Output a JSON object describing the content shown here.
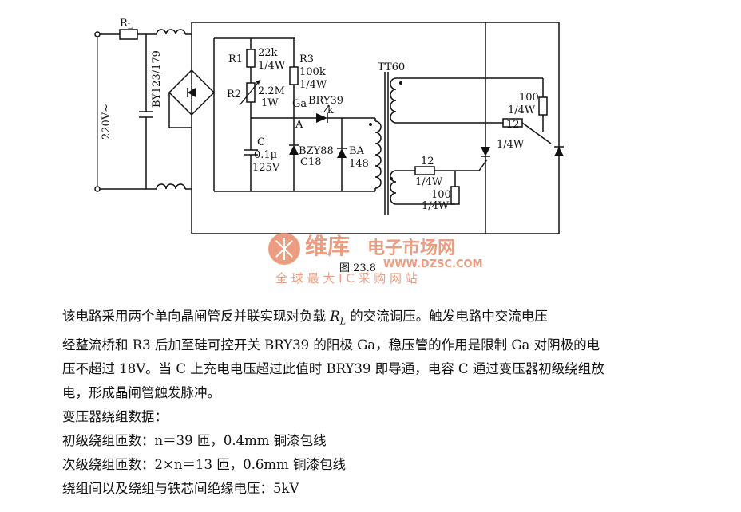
{
  "figure": {
    "caption": "图 23.8",
    "labels": {
      "rl": "R",
      "rl_sub": "L",
      "by": "BY123/179",
      "v220": "220V~",
      "r1": "R1",
      "r1_val": "22k",
      "r1_w": "1/4W",
      "r3": "R3",
      "r3_val": "100k",
      "r3_w": "1/4W",
      "r2": "R2",
      "r2_val": "2.2M",
      "r2_w": "1W",
      "ga": "Ga",
      "bry": "BRY39",
      "a": "A",
      "k": "k",
      "c": "C",
      "c_val": "0.1μ",
      "c_v": "125V",
      "bzy": "BZY88",
      "c18": "C18",
      "ba": "BA",
      "ba148": "148",
      "tt60": "TT60",
      "r100a": "100",
      "r100a_w": "1/4W",
      "r12a": "12",
      "r12a_w": "1/4W",
      "r12b": "12",
      "r12b_w": "1/4W",
      "r100b": "100",
      "r100b_w": "1/4W"
    }
  },
  "watermark": {
    "brand": "维库",
    "brand2": "电子市场网",
    "url": "WWW.DZSC.COM",
    "slogan": "全 球 最 大 I C 采 购 网 站"
  },
  "text": {
    "p1_a": "该电路采用两个单向晶闸管反并联实现对负载 ",
    "p1_rl": "R",
    "p1_rl_sub": "L",
    "p1_b": " 的交流调压。触发电路中交流电压",
    "p2": "经整流桥和 R3 后加至硅可控开关 BRY39 的阳极 Ga，稳压管的作用是限制 Ga 对阴极的电",
    "p3": "压不超过 18V。当 C 上充电电压超过此值时 BRY39 即导通，电容 C 通过变压器初级绕组放",
    "p4": "电，形成晶闸管触发脉冲。",
    "p5": "变压器绕组数据：",
    "p6": "初级绕组匝数：n＝39 匝，0.4mm 铜漆包线",
    "p7": "次级绕组匝数：2×n＝13 匝，0.6mm 铜漆包线",
    "p8": "绕组间以及绕组与铁芯间绝缘电压：5kV"
  }
}
